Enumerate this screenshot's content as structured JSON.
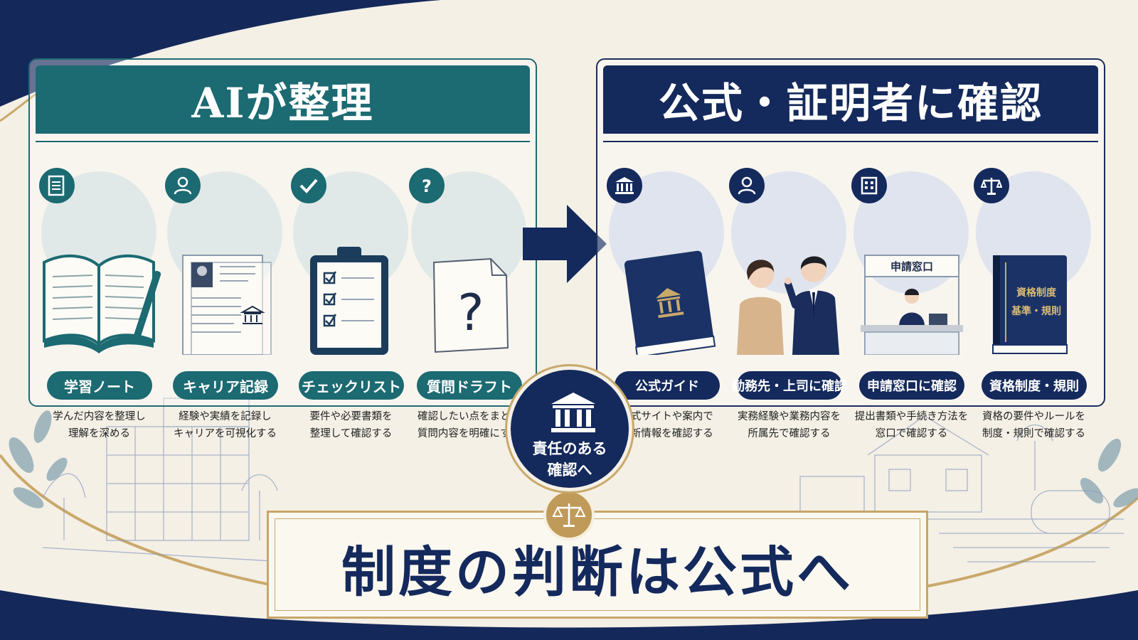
{
  "left_panel": {
    "title": "AIが整理",
    "items": [
      {
        "icon": "document-icon",
        "illustration": "open-notebook-with-pen",
        "label": "学習ノート",
        "desc": [
          "学んだ内容を整理し",
          "理解を深める"
        ]
      },
      {
        "icon": "user-icon",
        "illustration": "resume-document",
        "label": "キャリア記録",
        "desc": [
          "経験や実績を記録し",
          "キャリアを可視化する"
        ]
      },
      {
        "icon": "check-icon",
        "illustration": "clipboard-checklist",
        "label": "チェックリスト",
        "desc": [
          "要件や必要書類を",
          "整理して確認する"
        ]
      },
      {
        "icon": "question-icon",
        "illustration": "question-document",
        "label": "質問ドラフト",
        "desc": [
          "確認したい点をまとめ",
          "質問内容を明確にする"
        ]
      }
    ]
  },
  "right_panel": {
    "title": "公式・証明者に確認",
    "items": [
      {
        "icon": "institution-icon",
        "illustration": "official-guidebook",
        "label": "公式ガイド",
        "desc": [
          "公式サイトや案内で",
          "最新情報を確認する"
        ]
      },
      {
        "icon": "user-icon",
        "illustration": "consulting-supervisor",
        "label": "勤務先・上司に確認",
        "desc": [
          "実務経験や業務内容を",
          "所属先で確認する"
        ]
      },
      {
        "icon": "office-building-icon",
        "illustration": "application-counter",
        "label": "申請窓口に確認",
        "sign": "申請窓口",
        "desc": [
          "提出書類や手続き方法を",
          "窓口で確認する"
        ]
      },
      {
        "icon": "scales-icon",
        "illustration": "rules-book",
        "label": "資格制度・規則",
        "book_lines": [
          "資格制度",
          "基準・規則"
        ],
        "desc": [
          "資格の要件やルールを",
          "制度・規則で確認する"
        ]
      }
    ]
  },
  "center_badge": {
    "icon": "institution-icon",
    "lines": [
      "責任のある",
      "確認へ"
    ]
  },
  "banner": {
    "icon": "scales-icon",
    "title": "制度の判断は公式へ"
  },
  "colors": {
    "navy": "#14295c",
    "teal": "#1c6a72",
    "gold": "#c7a669",
    "cream": "#f4f0e6"
  }
}
